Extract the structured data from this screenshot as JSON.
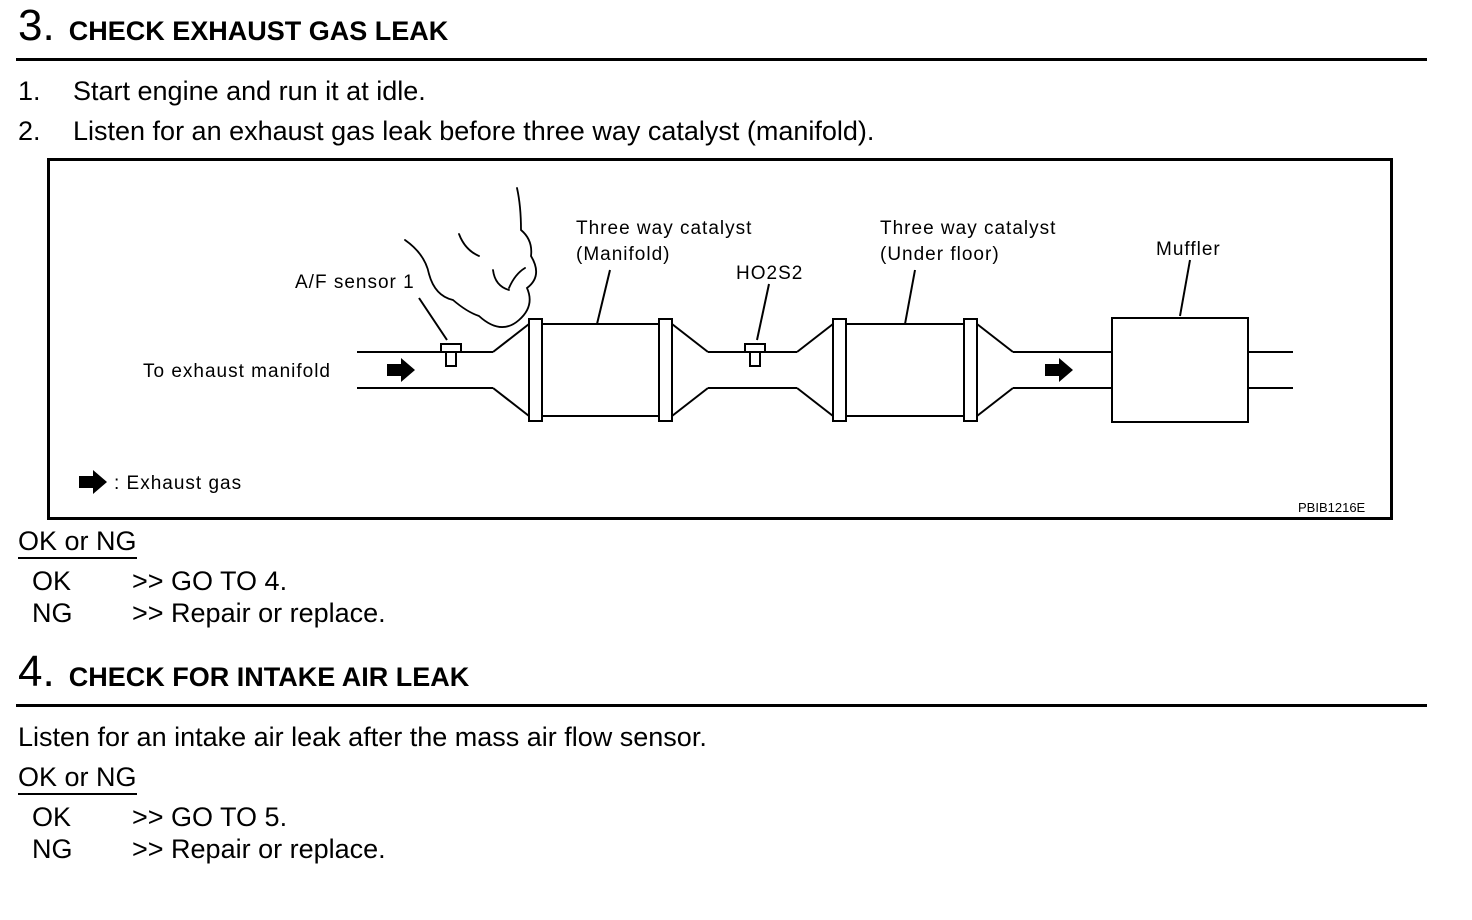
{
  "step3": {
    "number": "3.",
    "title": "CHECK EXHAUST GAS LEAK",
    "instructions": [
      {
        "num": "1.",
        "text": "Start engine and run it at idle."
      },
      {
        "num": "2.",
        "text": "Listen for an exhaust gas leak before three way catalyst (manifold)."
      }
    ],
    "figure": {
      "labels": {
        "af_sensor": "A/F sensor 1",
        "to_manifold": "To exhaust manifold",
        "twc_manifold_1": "Three way catalyst",
        "twc_manifold_2": "(Manifold)",
        "ho2s2": "HO2S2",
        "twc_underfloor_1": "Three way catalyst",
        "twc_underfloor_2": "(Under floor)",
        "muffler": "Muffler",
        "legend": ": Exhaust gas",
        "code": "PBIB1216E"
      },
      "icons": [
        "smoke-icon",
        "arrow-right-icon"
      ]
    },
    "result_heading": "OK or NG",
    "results": [
      {
        "key": "OK",
        "action": ">> GO TO 4."
      },
      {
        "key": "NG",
        "action": ">> Repair or replace."
      }
    ]
  },
  "step4": {
    "number": "4.",
    "title": "CHECK FOR INTAKE AIR LEAK",
    "instruction": "Listen for an intake air leak after the mass air flow sensor.",
    "result_heading": "OK or NG",
    "results": [
      {
        "key": "OK",
        "action": ">> GO TO 5."
      },
      {
        "key": "NG",
        "action": ">> Repair or replace."
      }
    ]
  }
}
